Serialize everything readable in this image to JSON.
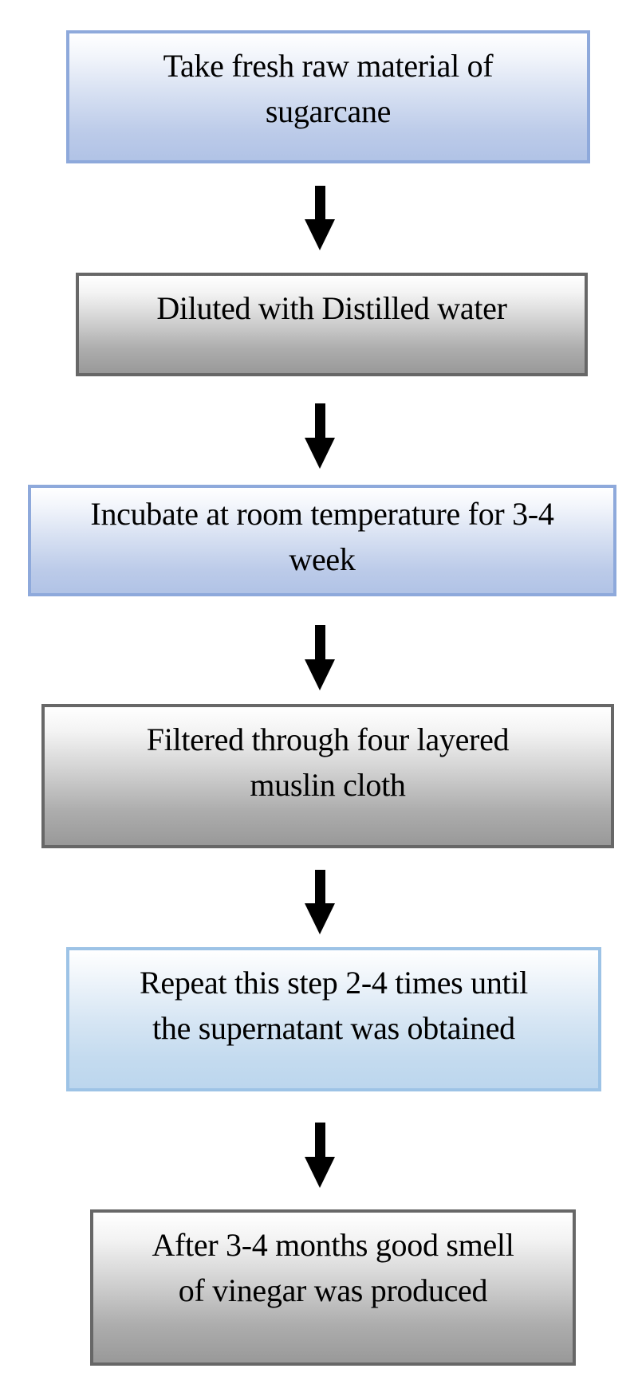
{
  "diagram": {
    "type": "flowchart",
    "direction": "top-to-bottom",
    "steps": [
      {
        "id": 1,
        "text": "Take fresh raw material of sugarcane",
        "lines": [
          "Take fresh raw material of",
          "sugarcane"
        ],
        "style": "blue",
        "border_color": "#8EA9DB"
      },
      {
        "id": 2,
        "text": "Diluted with Distilled water",
        "lines": [
          "Diluted with Distilled water"
        ],
        "style": "gray",
        "border_color": "#676767"
      },
      {
        "id": 3,
        "text": "Incubate at room temperature for 3-4 week",
        "lines": [
          "Incubate at room temperature for 3-4",
          "week"
        ],
        "style": "blue",
        "border_color": "#8EA9DB"
      },
      {
        "id": 4,
        "text": "Filtered through four layered muslin cloth",
        "lines": [
          "Filtered through four layered",
          "muslin cloth"
        ],
        "style": "gray",
        "border_color": "#676767"
      },
      {
        "id": 5,
        "text": "Repeat this step 2-4 times until the supernatant was obtained",
        "lines": [
          "Repeat this step 2-4 times until",
          "the supernatant was obtained"
        ],
        "style": "sky",
        "border_color": "#9DC3E6"
      },
      {
        "id": 6,
        "text": "After 3-4 months good smell of vinegar was produced",
        "lines": [
          "After 3-4 months good smell",
          "of vinegar was produced"
        ],
        "style": "gray",
        "border_color": "#676767"
      }
    ],
    "arrows": [
      {
        "from": 1,
        "to": 2,
        "icon": "down-arrow-icon"
      },
      {
        "from": 2,
        "to": 3,
        "icon": "down-arrow-icon"
      },
      {
        "from": 3,
        "to": 4,
        "icon": "down-arrow-icon"
      },
      {
        "from": 4,
        "to": 5,
        "icon": "down-arrow-icon"
      },
      {
        "from": 5,
        "to": 6,
        "icon": "down-arrow-icon"
      }
    ],
    "colors": {
      "arrow": "#000000",
      "text": "#000000",
      "background": "#ffffff"
    }
  }
}
